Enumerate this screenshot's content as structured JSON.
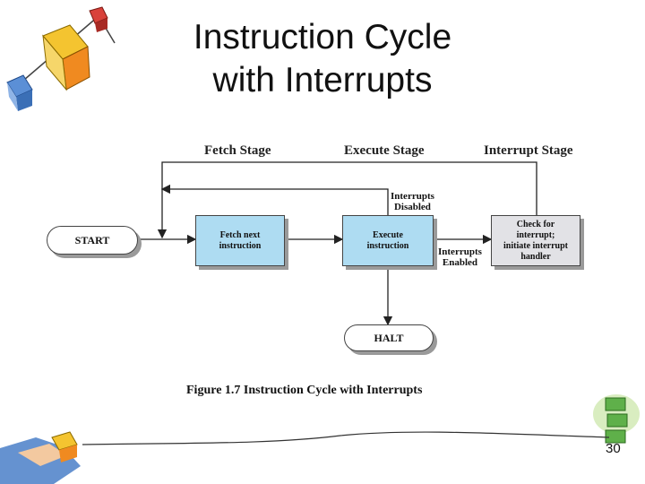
{
  "slide": {
    "title_line1": "Instruction Cycle",
    "title_line2": "with Interrupts",
    "page_number": "30"
  },
  "figure": {
    "stages": {
      "fetch": "Fetch Stage",
      "execute": "Execute Stage",
      "interrupt": "Interrupt Stage"
    },
    "nodes": {
      "start": "START",
      "fetch_line1": "Fetch next",
      "fetch_line2": "instruction",
      "execute_line1": "Execute",
      "execute_line2": "instruction",
      "check_line1": "Check for",
      "check_line2": "interrupt;",
      "check_line3": "initiate interrupt",
      "check_line4": "handler",
      "halt": "HALT"
    },
    "edges": {
      "disabled_line1": "Interrupts",
      "disabled_line2": "Disabled",
      "enabled_line1": "Interrupts",
      "enabled_line2": "Enabled"
    },
    "caption": "Figure 1.7  Instruction Cycle with Interrupts"
  },
  "colors": {
    "box_fill": "#aedcf2",
    "interrupt_box_fill": "#e2e2e6"
  }
}
